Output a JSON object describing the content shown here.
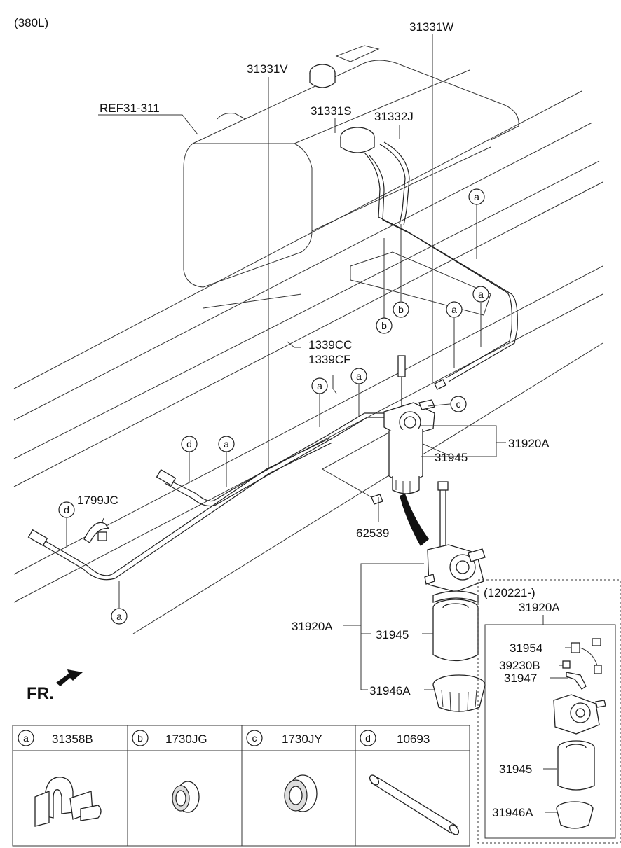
{
  "variant_label": "(380L)",
  "callouts": {
    "p31331W": "31331W",
    "p31331V": "31331V",
    "ref": "REF31-311",
    "p31331S": "31331S",
    "p31332J": "31332J",
    "p1339CC": "1339CC",
    "p1339CF": "1339CF",
    "p31920A_top": "31920A",
    "p31945_top": "31945",
    "p1799JC": "1799JC",
    "p62539": "62539",
    "p31920A_mid": "31920A",
    "p31945_mid": "31945",
    "p31946A_mid": "31946A"
  },
  "ref_letters": [
    "a",
    "b",
    "c",
    "d"
  ],
  "front_label": "FR.",
  "inset": {
    "date_label": "(120221-)",
    "assembly": "31920A",
    "parts": [
      "31954",
      "39230B",
      "31947",
      "31945",
      "31946A"
    ]
  },
  "legend": [
    {
      "letter": "a",
      "part": "31358B"
    },
    {
      "letter": "b",
      "part": "1730JG"
    },
    {
      "letter": "c",
      "part": "1730JY"
    },
    {
      "letter": "d",
      "part": "10693"
    }
  ]
}
